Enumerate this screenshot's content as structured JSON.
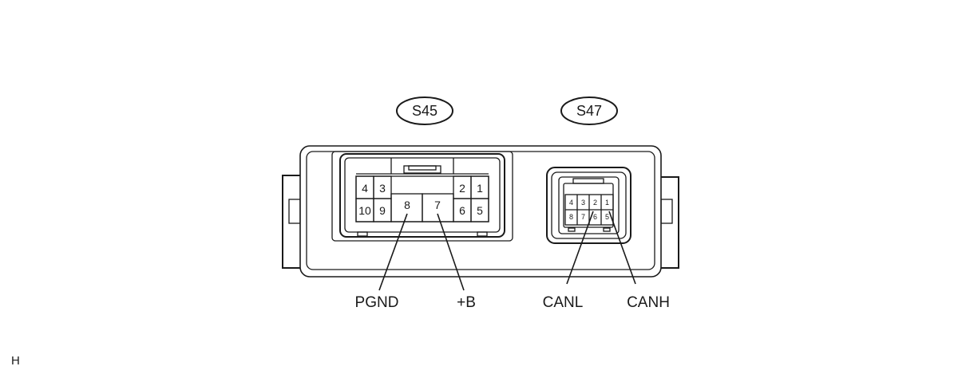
{
  "connectors": {
    "s45": {
      "id": "S45",
      "pins_top": [
        "4",
        "3",
        "2",
        "1"
      ],
      "pins_bottom": [
        "10",
        "9",
        "8",
        "7",
        "6",
        "5"
      ]
    },
    "s47": {
      "id": "S47",
      "pins_top": [
        "4",
        "3",
        "2",
        "1"
      ],
      "pins_bottom": [
        "8",
        "7",
        "6",
        "5"
      ]
    }
  },
  "signals": {
    "pgnd": "PGND",
    "plus_b": "+B",
    "canl": "CANL",
    "canh": "CANH"
  },
  "corner_code": "H"
}
